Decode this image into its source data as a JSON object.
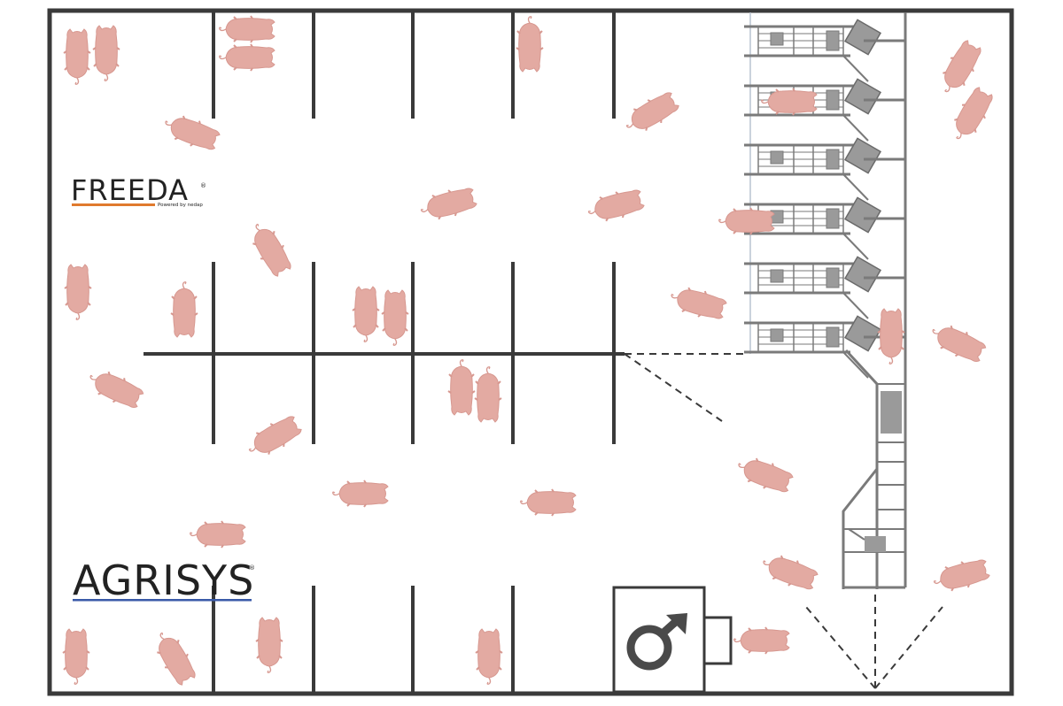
{
  "logos": {
    "freeda": {
      "name": "FREEDA",
      "subtitle": "Powered by nedap",
      "mark": "®",
      "underline_color": "#e07a2e"
    },
    "agrisys": {
      "name": "AGRISYS",
      "mark": "®",
      "underline_color": "#3a5aa8"
    }
  },
  "colors": {
    "wall": "#3a3a3a",
    "pig_fill": "#e3aaa2",
    "pig_stroke": "#d79890",
    "station": "#7a7a7a",
    "station_fill": "#9a9a9a",
    "boar_symbol": "#4a4a4a"
  },
  "icons": {
    "boar_pen": "male-symbol-icon",
    "pig": "pig-icon"
  }
}
